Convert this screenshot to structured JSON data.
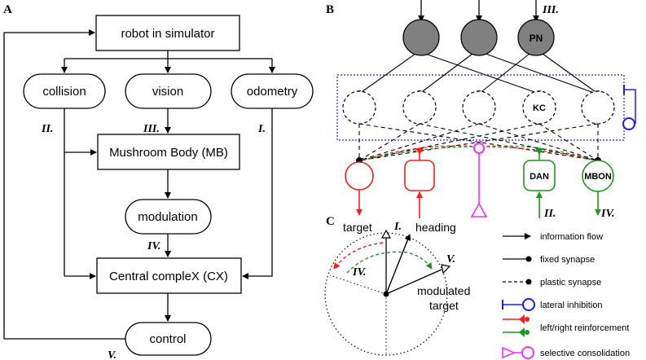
{
  "panels": {
    "a": "A",
    "b": "B",
    "c": "C"
  },
  "flowchart": {
    "robot": "robot in simulator",
    "collision": "collision",
    "vision": "vision",
    "odometry": "odometry",
    "mb": "Mushroom Body (MB)",
    "modulation": "modulation",
    "cx": "Central compleX (CX)",
    "control": "control"
  },
  "romans": {
    "i": "I.",
    "ii": "II.",
    "iii": "III.",
    "iv": "IV.",
    "v": "V."
  },
  "network": {
    "pn": "PN",
    "kc": "KC",
    "dan": "DAN",
    "mbon": "MBON"
  },
  "compass": {
    "target": "target",
    "heading": "heading",
    "modulated": "modulated",
    "modulated2": "target"
  },
  "legend": {
    "info_flow": "information flow",
    "fixed": "fixed synapse",
    "plastic": "plastic synapse",
    "lateral": "lateral inhibition",
    "reinforcement": "left/right reinforcement",
    "consolidation": "selective consolidation"
  },
  "colors": {
    "red": "#ff1a1a",
    "green": "#1a9a1a",
    "magenta": "#ff2bff",
    "blue": "#1a1aff",
    "pn_fill": "#808080"
  }
}
